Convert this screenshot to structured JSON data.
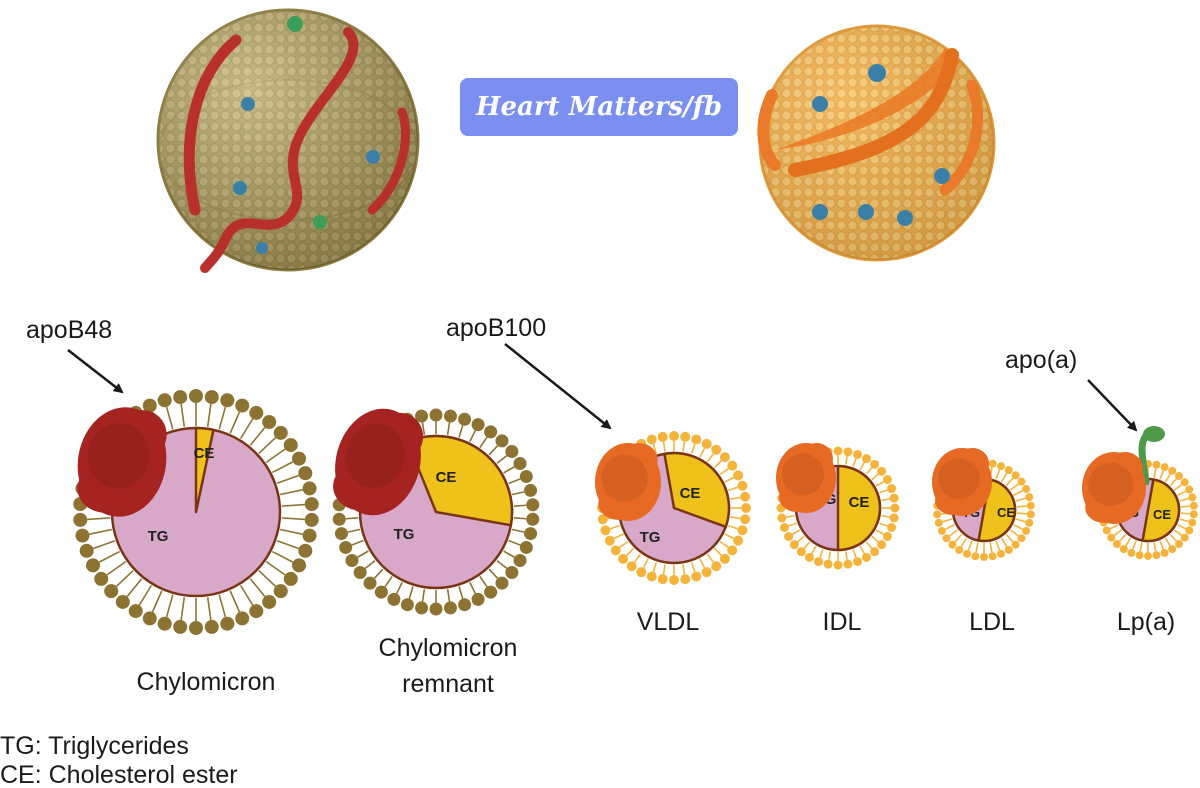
{
  "banner": {
    "text": "Heart Matters/fb",
    "color": "#7b8ff0"
  },
  "colors": {
    "tg": "#d8a8c8",
    "ce": "#eec21a",
    "apo_b48": "#a52422",
    "apo_b100": "#e76a24",
    "apo_a": "#4f9a4a",
    "phospholipid_dark": "#8c7332",
    "phospholipid_light": "#f4b43c",
    "core_outline": "#7a3412"
  },
  "callouts": {
    "apob48": "apoB48",
    "apob100": "apoB100",
    "apoa": "apo(a)"
  },
  "particles": [
    {
      "name": "Chylomicron",
      "label_lines": [
        "Chylomicron"
      ],
      "tg_label": "TG",
      "ce_label": "CE"
    },
    {
      "name": "Chylomicron remnant",
      "label_lines": [
        "Chylomicron",
        "remnant"
      ],
      "tg_label": "TG",
      "ce_label": "CE"
    },
    {
      "name": "VLDL",
      "label_lines": [
        "VLDL"
      ],
      "tg_label": "TG",
      "ce_label": "CE"
    },
    {
      "name": "IDL",
      "label_lines": [
        "IDL"
      ],
      "tg_label": "TG",
      "ce_label": "CE"
    },
    {
      "name": "LDL",
      "label_lines": [
        "LDL"
      ],
      "tg_label": "TG",
      "ce_label": "CE"
    },
    {
      "name": "Lp(a)",
      "label_lines": [
        "Lp(a)"
      ],
      "tg_label": "TG",
      "ce_label": "CE"
    }
  ],
  "legend": [
    "TG: Triglycerides",
    "CE: Cholesterol ester"
  ]
}
